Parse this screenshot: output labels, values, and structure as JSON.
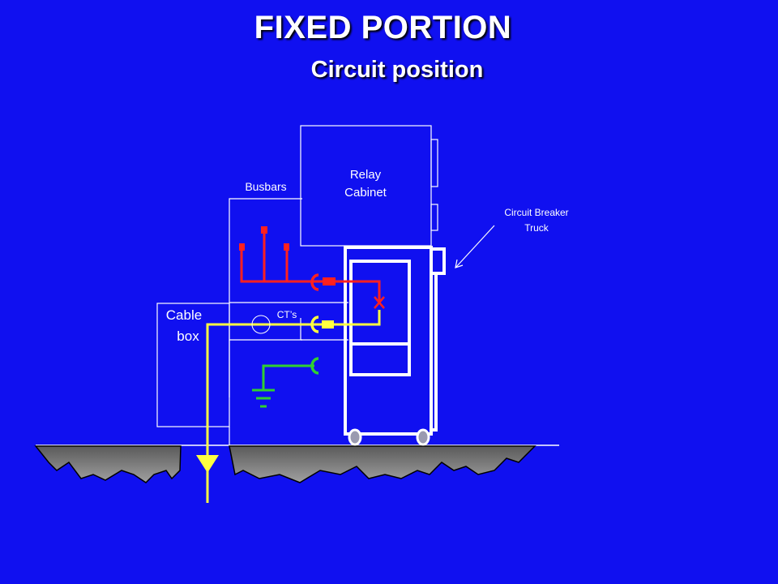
{
  "title": "FIXED PORTION",
  "subtitle": "Circuit position",
  "labels": {
    "relay_line1": "Relay",
    "relay_line2": "Cabinet",
    "busbars": "Busbars",
    "cable_line1": "Cable",
    "cable_line2": "box",
    "cts": "CT’s",
    "breaker_line1": "Circuit Breaker",
    "breaker_line2": "Truck"
  },
  "colors": {
    "background": "#1010f0",
    "outline": "#ffffff",
    "busbar_red": "#ff2020",
    "cable_yellow": "#ffff40",
    "earth_green": "#30d030",
    "ground_gray": "#707070"
  }
}
